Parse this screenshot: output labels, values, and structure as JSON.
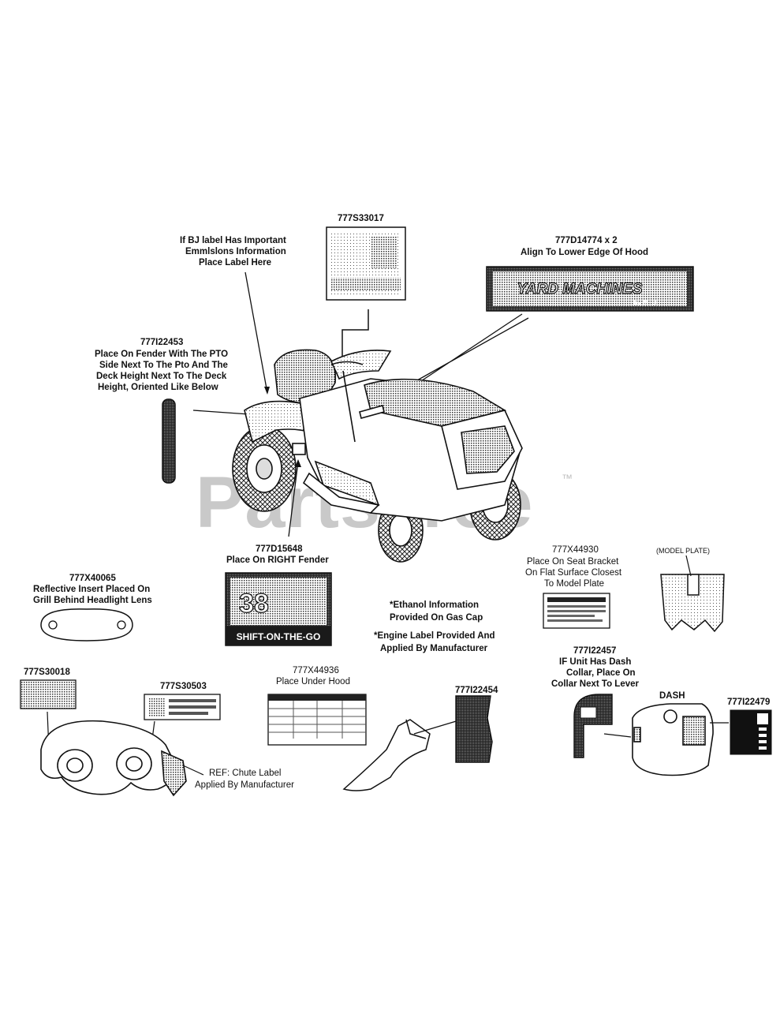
{
  "watermark": {
    "text": "PartsTree",
    "tm": "™"
  },
  "labels": {
    "l777s33017": {
      "part": "777S33017"
    },
    "bj": {
      "line1": "If BJ label Has Important",
      "line2": "Emmlslons Information",
      "line3": "Place Label Here"
    },
    "l777d14774": {
      "part": "777D14774 x 2",
      "note": "Align To Lower Edge Of Hood"
    },
    "l777i22453": {
      "part": "777I22453",
      "line1": "Place On Fender With The PTO",
      "line2": "Side Next To The Pto And The",
      "line3": "Deck Height Next To The Deck",
      "line4": "Height, Oriented Like Below"
    },
    "l777d15648": {
      "part": "777D15648",
      "note": "Place On RIGHT Fender"
    },
    "l777x40065": {
      "part": "777X40065",
      "line1": "Reflective Insert Placed On",
      "line2": "Grill Behind Headlight Lens"
    },
    "ethanol": {
      "line1": "*Ethanol Information",
      "line2": "Provided On Gas Cap"
    },
    "engine": {
      "line1": "*Engine Label Provided And",
      "line2": "Applied By Manufacturer"
    },
    "l777x44930": {
      "part": "777X44930",
      "line1": "Place On Seat Bracket",
      "line2": "On Flat Surface Closest",
      "line3": "To Model Plate"
    },
    "model_plate": {
      "text": "(MODEL PLATE)"
    },
    "l777s30018": {
      "part": "777S30018"
    },
    "l777s30503": {
      "part": "777S30503"
    },
    "ref_chute": {
      "line1": "REF: Chute Label",
      "line2": "Applied By Manufacturer"
    },
    "l777x44936": {
      "part": "777X44936",
      "note": "Place Under Hood"
    },
    "l777i22454": {
      "part": "777I22454"
    },
    "l777i22457": {
      "part": "777I22457",
      "line1": "IF Unit Has Dash",
      "line2": "Collar, Place On",
      "line3": "Collar Next To Lever"
    },
    "dash": {
      "text": "DASH"
    },
    "l777i22479": {
      "part": "777I22479"
    }
  },
  "decals": {
    "yard_machines": {
      "brand": "YARD MACHINES",
      "sub": "by MTD"
    },
    "shift_decal": {
      "big": "38",
      "bottom": "SHIFT-ON-THE-GO"
    }
  }
}
